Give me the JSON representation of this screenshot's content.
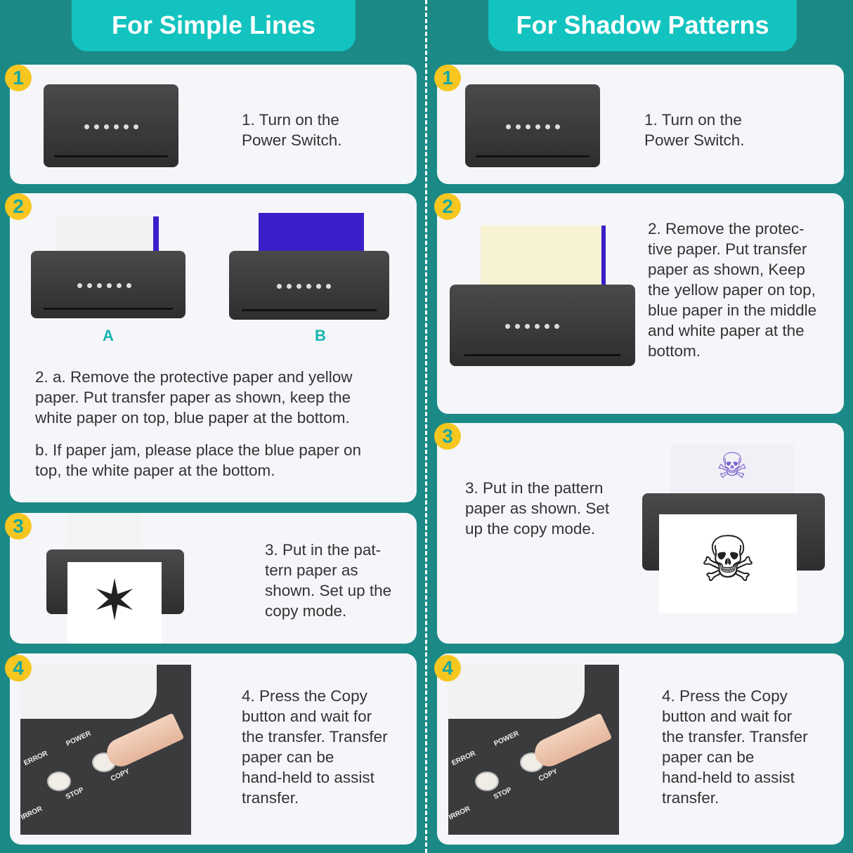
{
  "headers": {
    "left": "For Simple Lines",
    "right": "For Shadow Patterns"
  },
  "colors": {
    "background": "#1b8a86",
    "header": "#13c3bf",
    "badge": "#f7c61f",
    "card": "#f5f6fa",
    "accent_label": "#16b5b0",
    "blue_paper": "#3a1fc9",
    "yellow_paper": "#f7f2d2"
  },
  "left": {
    "steps": [
      {
        "num": "1",
        "text": "1. Turn on the\nPower Switch."
      },
      {
        "num": "2",
        "label_a": "A",
        "label_b": "B",
        "text_a": "2. a. Remove the protective paper and yellow\npaper. Put transfer paper as shown, keep the\nwhite paper on top, blue paper at the bottom.",
        "text_b": "b. If paper jam, please place the blue paper on\ntop, the white paper at the bottom."
      },
      {
        "num": "3",
        "text": "3. Put in the pat-\ntern paper as\nshown. Set up the\ncopy mode."
      },
      {
        "num": "4",
        "text": "4. Press the Copy\nbutton and wait for\nthe transfer. Transfer\npaper can be\nhand-held to assist\ntransfer."
      }
    ]
  },
  "right": {
    "steps": [
      {
        "num": "1",
        "text": "1. Turn on the\nPower Switch."
      },
      {
        "num": "2",
        "text": "2. Remove the protec-\ntive paper. Put transfer\npaper as shown, Keep\nthe yellow paper on top,\nblue paper in the middle\nand white paper at the\nbottom."
      },
      {
        "num": "3",
        "text": "3. Put in the pattern\npaper as shown. Set\nup the copy mode."
      },
      {
        "num": "4",
        "text": "4. Press the Copy\nbutton and wait for\nthe transfer. Transfer\npaper can be\nhand-held to assist\ntransfer."
      }
    ]
  },
  "panel_labels": {
    "power": "POWER",
    "error": "ERROR",
    "stop": "STOP",
    "copy": "COPY",
    "mirror": "IRROR"
  }
}
